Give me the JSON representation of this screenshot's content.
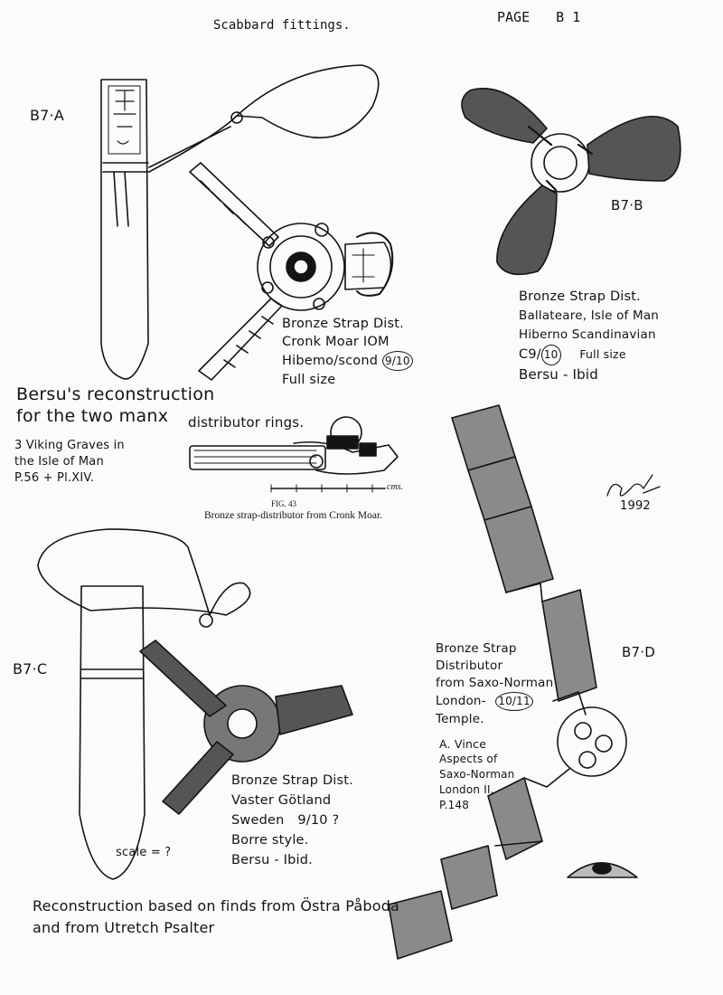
{
  "header": {
    "title": "Scabbard fittings.",
    "page_label": "PAGE",
    "page_number": "B 1"
  },
  "b7a": {
    "id": "B7·A",
    "desc": [
      "Bronze Strap Dist.",
      "Cronk Moar IOM",
      "Hibemo/scond",
      "Full size"
    ],
    "scale": "9/10"
  },
  "bersu": {
    "reconstruction": [
      "Bersu's reconstruction",
      "for the two manx"
    ],
    "distributor": "distributor rings.",
    "source": [
      "3 Viking Graves in",
      "the Isle of Man",
      "P.56 + Pl.XIV."
    ]
  },
  "fig43": {
    "number": "FIG. 43",
    "caption": "Bronze strap-distributor from Cronk Moar.",
    "unit": "cms."
  },
  "b7b": {
    "id": "B7·B",
    "desc": [
      "Bronze Strap Dist.",
      "Ballateare, Isle of Man",
      "Hiberno Scandinavian"
    ],
    "date_prefix": "C9/",
    "date_circled": "10",
    "size": "Full size",
    "ref": "Bersu - Ibid"
  },
  "signature": {
    "year": "1992"
  },
  "b7c": {
    "id": "B7·C",
    "desc": [
      "Bronze Strap Dist.",
      "Vaster Götland",
      "Sweden"
    ],
    "date": "9/10 ?",
    "style": "Borre style.",
    "ref": "Bersu - Ibid.",
    "scale": "scale = ?"
  },
  "b7d": {
    "id": "B7·D",
    "desc": [
      "Bronze Strap",
      "Distributor",
      "from Saxo-Norman",
      "London-",
      "Temple."
    ],
    "date": "10/11",
    "source": [
      "A. Vince",
      "Aspects of",
      "Saxo-Norman",
      "London II.",
      "P.148"
    ]
  },
  "footer": {
    "lines": [
      "Reconstruction based on finds from Östra Påboda",
      "and from Utretch Psalter"
    ]
  }
}
